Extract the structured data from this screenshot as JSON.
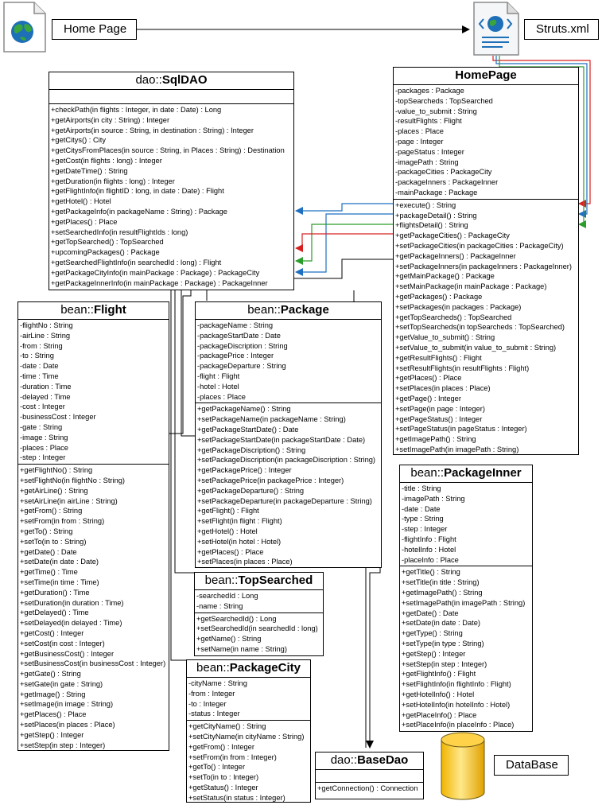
{
  "home_page_label": "Home Page",
  "struts_label": "Struts.xml",
  "database_label": "DataBase",
  "colors": {
    "red": "#d62020",
    "blue": "#1e6fc0",
    "green": "#2a9d2a",
    "line": "#000000"
  },
  "icons": {
    "home_file": "globe-document-icon",
    "struts_file": "xml-document-icon",
    "database": "database-cylinder-icon"
  },
  "classes": {
    "sqldao": {
      "ns": "dao::",
      "name": "SqlDAO",
      "attrs": [],
      "ops": [
        "+checkPath(in flights : Integer, in date : Date) : Long",
        "+getAirports(in city : String) : Integer",
        "+getAirports(in source : String, in destination : String) : Integer",
        "+getCitys() : City",
        "+getCitysFromPlaces(in source : String, in Places : String) : Destination",
        "+getCost(in flights : long) : Integer",
        "+getDateTime() : String",
        "+getDuration(in flights : long) : Integer",
        "+getFlightInfo(in flightID : long, in date : Date) : Flight",
        "+getHotel() : Hotel",
        "+getPackageInfo(in packageName : String) : Package",
        "+getPlaces() : Place",
        "+setSearchedInfo(in resultFlightIds : long)",
        "+getTopSearched() : TopSearched",
        "+upcomingPackages() : Package",
        "+getSearchedFlightInfo(in searchedId : long) : Flight",
        "+getPackageCityInfo(in mainPackage : Package) : PackageCity",
        "+getPackageInnerInfo(in mainPackage : Package) : PackageInner"
      ]
    },
    "homepage": {
      "ns": "",
      "name": "HomePage",
      "attrs": [
        "-packages : Package",
        "-topSearcheds : TopSearched",
        "-value_to_submit : String",
        "-resultFlights : Flight",
        "-places : Place",
        "-page : Integer",
        "-pageStatus : Integer",
        "-imagePath : String",
        "-packageCities : PackageCity",
        "-packageInners : PackageInner",
        "-mainPackage : Package"
      ],
      "ops": [
        "+execute() : String",
        "+packageDetail() : String",
        "+flightsDetail() : String",
        "+getPackageCities() : PackageCity",
        "+setPackageCities(in packageCities : PackageCity)",
        "+getPackageInners() : PackageInner",
        "+setPackageInners(in packageInners : PackageInner)",
        "+getMainPackage() : Package",
        "+setMainPackage(in mainPackage : Package)",
        "+getPackages() : Package",
        "+setPackages(in packages : Package)",
        "+getTopSearcheds() : TopSearched",
        "+setTopSearcheds(in topSearcheds : TopSearched)",
        "+getValue_to_submit() : String",
        "+setValue_to_submit(in value_to_submit : String)",
        "+getResultFlights() : Flight",
        "+setResultFlights(in resultFlights : Flight)",
        "+getPlaces() : Place",
        "+setPlaces(in places : Place)",
        "+getPage() : Integer",
        "+setPage(in page : Integer)",
        "+getPageStatus() : Integer",
        "+setPageStatus(in pageStatus : Integer)",
        "+getImagePath() : String",
        "+setImagePath(in imagePath : String)"
      ]
    },
    "flight": {
      "ns": "bean::",
      "name": "Flight",
      "attrs": [
        "-flightNo : String",
        "-airLine : String",
        "-from : String",
        "-to : String",
        "-date : Date",
        "-time : Time",
        "-duration : Time",
        "-delayed : Time",
        "-cost : Integer",
        "-businessCost : Integer",
        "-gate : String",
        "-image : String",
        "-places : Place",
        "-step : Integer"
      ],
      "ops": [
        "+getFlightNo() : String",
        "+setFlightNo(in flightNo : String)",
        "+getAirLine() : String",
        "+setAirLine(in airLine : String)",
        "+getFrom() : String",
        "+setFrom(in from : String)",
        "+getTo() : String",
        "+setTo(in to : String)",
        "+getDate() : Date",
        "+setDate(in date : Date)",
        "+getTime() : Time",
        "+setTime(in time : Time)",
        "+getDuration() : Time",
        "+setDuration(in duration : Time)",
        "+getDelayed() : Time",
        "+setDelayed(in delayed : Time)",
        "+getCost() : Integer",
        "+setCost(in cost : Integer)",
        "+getBusinessCost() : Integer",
        "+setBusinessCost(in businessCost : Integer)",
        "+getGate() : String",
        "+setGate(in gate : String)",
        "+getImage() : String",
        "+setImage(in image : String)",
        "+getPlaces() : Place",
        "+setPlaces(in places : Place)",
        "+getStep() : Integer",
        "+setStep(in step : Integer)"
      ]
    },
    "package": {
      "ns": "bean::",
      "name": "Package",
      "attrs": [
        "-packageName : String",
        "-packageStartDate : Date",
        "-packageDiscription : String",
        "-packagePrice : Integer",
        "-packageDeparture : String",
        "-flight : Flight",
        "-hotel : Hotel",
        "-places : Place"
      ],
      "ops": [
        "+getPackageName() : String",
        "+setPackageName(in packageName : String)",
        "+getPackageStartDate() : Date",
        "+setPackageStartDate(in packageStartDate : Date)",
        "+getPackageDiscription() : String",
        "+setPackageDiscription(in packageDiscription : String)",
        "+getPackagePrice() : Integer",
        "+setPackagePrice(in packagePrice : Integer)",
        "+getPackageDeparture() : String",
        "+setPackageDeparture(in packageDeparture : String)",
        "+getFlight() : Flight",
        "+setFlight(in flight : Flight)",
        "+getHotel() : Hotel",
        "+setHotel(in hotel : Hotel)",
        "+getPlaces() : Place",
        "+setPlaces(in places : Place)"
      ]
    },
    "topsearched": {
      "ns": "bean::",
      "name": "TopSearched",
      "attrs": [
        "-searchedId : Long",
        "-name : String"
      ],
      "ops": [
        "+getSearchedId() : Long",
        "+setSearchedId(in searchedId : long)",
        "+getName() : String",
        "+setName(in name : String)"
      ]
    },
    "packagecity": {
      "ns": "bean::",
      "name": "PackageCity",
      "attrs": [
        "-cityName : String",
        "-from : Integer",
        "-to : Integer",
        "-status : Integer"
      ],
      "ops": [
        "+getCityName() : String",
        "+setCityName(in cityName : String)",
        "+getFrom() : Integer",
        "+setFrom(in from : Integer)",
        "+getTo() : Integer",
        "+setTo(in to : Integer)",
        "+getStatus() : Integer",
        "+setStatus(in status : Integer)"
      ]
    },
    "packageinner": {
      "ns": "bean::",
      "name": "PackageInner",
      "attrs": [
        "-title : String",
        "-imagePath : String",
        "-date : Date",
        "-type : String",
        "-step : Integer",
        "-flightInfo : Flight",
        "-hotelInfo : Hotel",
        "-placeInfo : Place"
      ],
      "ops": [
        "+getTitle() : String",
        "+setTitle(in title : String)",
        "+getImagePath() : String",
        "+setImagePath(in imagePath : String)",
        "+getDate() : Date",
        "+setDate(in date : Date)",
        "+getType() : String",
        "+setType(in type : String)",
        "+getStep() : Integer",
        "+setStep(in step : Integer)",
        "+getFlightInfo() : Flight",
        "+setFlightInfo(in flightInfo : Flight)",
        "+getHotelInfo() : Hotel",
        "+setHotelInfo(in hotelInfo : Hotel)",
        "+getPlaceInfo() : Place",
        "+setPlaceInfo(in placeInfo : Place)"
      ]
    },
    "basedao": {
      "ns": "dao::",
      "name": "BaseDao",
      "attrs": [],
      "ops": [
        "+getConnection() : Connection"
      ]
    }
  }
}
